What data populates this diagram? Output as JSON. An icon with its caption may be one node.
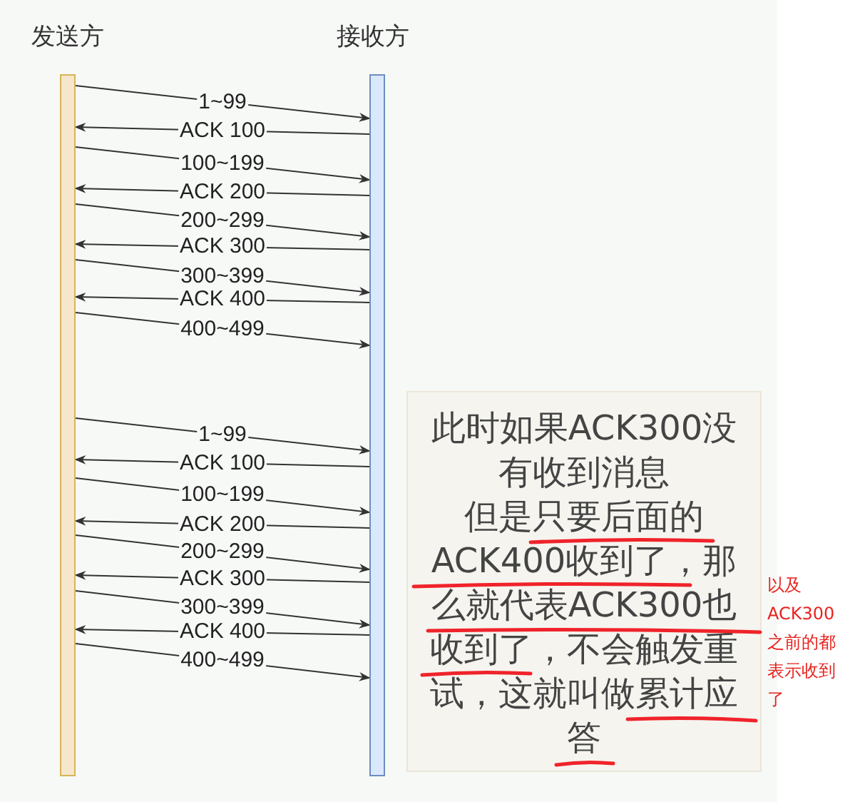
{
  "diagram": {
    "nodes": [
      {
        "text": [
          "发送方"
        ]
      },
      {
        "text": [
          "接收方"
        ]
      },
      {
        "text": [
          "此时如果ACK300没有收到消息",
          "但是只要后面的ACK400收到了，那么就代表ACK300也收到了，不会触发重试，这就叫做累计应答"
        ]
      }
    ],
    "edges": [
      {
        "from": 0,
        "to": 1,
        "arrow": "to",
        "label": "1~99"
      },
      {
        "from": 1,
        "to": 0,
        "arrow": "to",
        "label": "ACK 100"
      },
      {
        "from": 0,
        "to": 1,
        "arrow": "to",
        "label": "100~199"
      },
      {
        "from": 1,
        "to": 0,
        "arrow": "to",
        "label": "ACK 200"
      },
      {
        "from": 0,
        "to": 1,
        "arrow": "to",
        "label": "200~299"
      },
      {
        "from": 1,
        "to": 0,
        "arrow": "to",
        "label": "ACK 300"
      },
      {
        "from": 0,
        "to": 1,
        "arrow": "to",
        "label": "300~399"
      },
      {
        "from": 1,
        "to": 0,
        "arrow": "to",
        "label": "ACK 400"
      },
      {
        "from": 0,
        "to": 1,
        "arrow": "to",
        "label": "400~499"
      },
      {
        "from": 0,
        "to": 1,
        "arrow": "to",
        "label": "1~99"
      },
      {
        "from": 1,
        "to": 0,
        "arrow": "to",
        "label": "ACK 100"
      },
      {
        "from": 0,
        "to": 1,
        "arrow": "to",
        "label": "100~199"
      },
      {
        "from": 1,
        "to": 0,
        "arrow": "to",
        "label": "ACK 200"
      },
      {
        "from": 0,
        "to": 1,
        "arrow": "to",
        "label": "200~299"
      },
      {
        "from": 1,
        "to": 0,
        "arrow": "to",
        "label": "ACK 300"
      },
      {
        "from": 0,
        "to": 1,
        "arrow": "to",
        "label": "300~399"
      },
      {
        "from": 1,
        "to": 0,
        "arrow": "to",
        "label": "ACK 400"
      },
      {
        "from": 0,
        "to": 1,
        "arrow": "to",
        "label": "400~499"
      }
    ],
    "labels": [
      "以及ACK300之前的都表示收到了"
    ]
  }
}
